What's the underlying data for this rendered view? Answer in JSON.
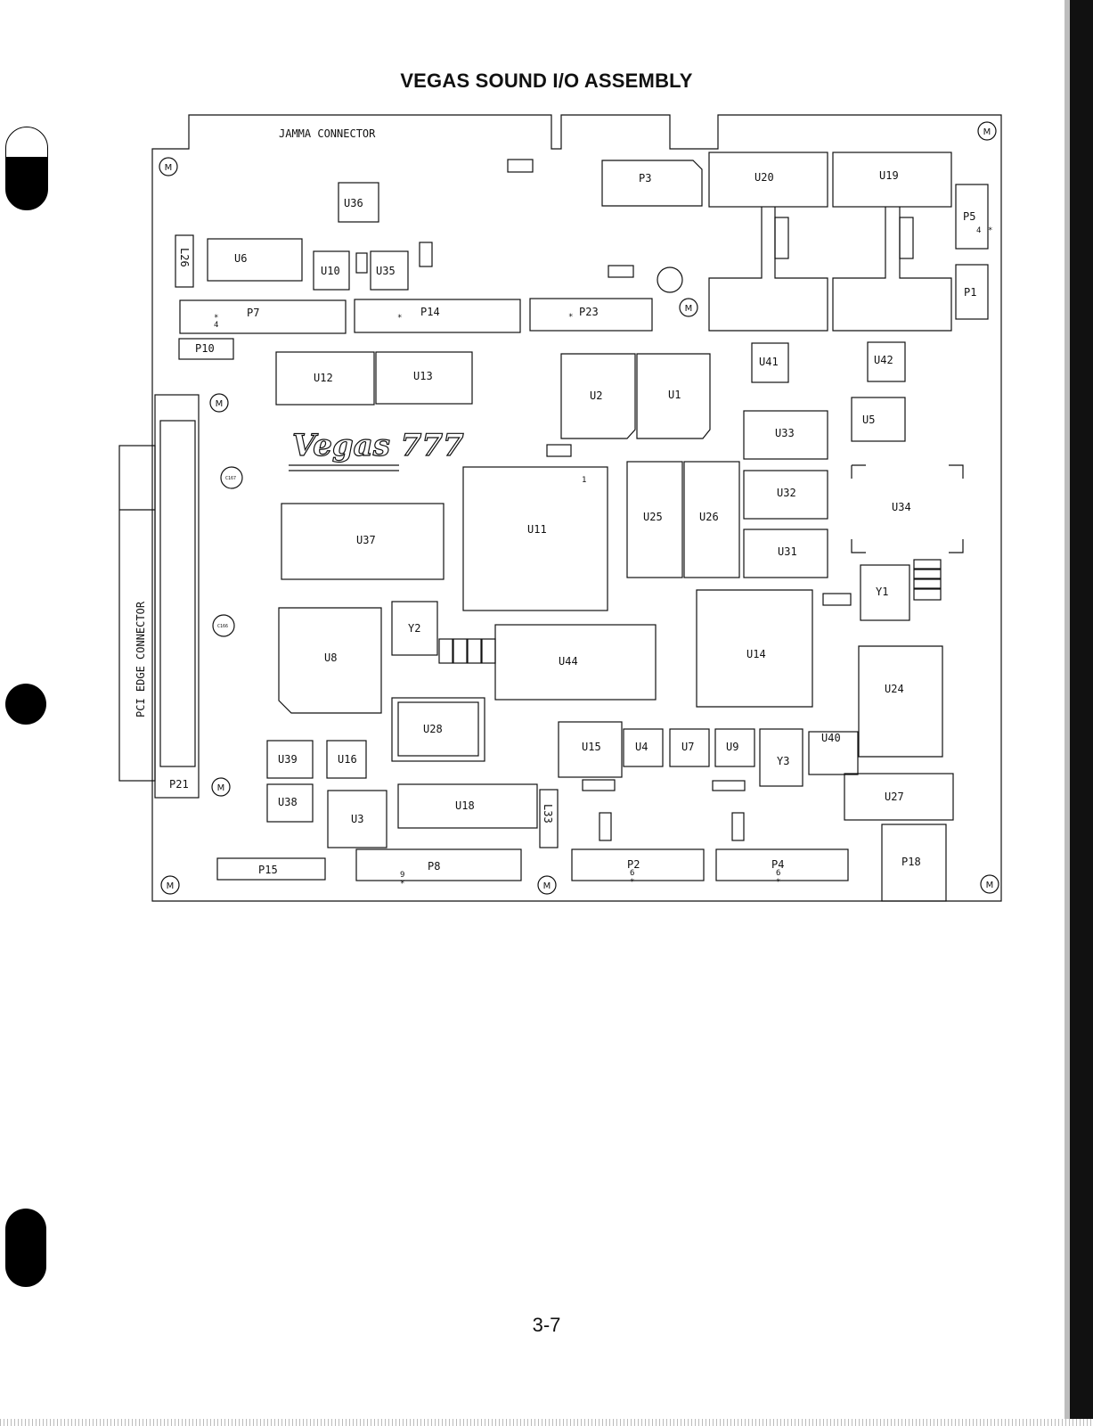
{
  "title": "VEGAS SOUND I/O ASSEMBLY",
  "page_number": "3-7",
  "logo_text": "Vegas 777",
  "board_labels": {
    "jamma": "JAMMA CONNECTOR",
    "pci": "PCI EDGE CONNECTOR"
  },
  "mount_label": "M",
  "components": [
    {
      "id": "U36",
      "label": "U36"
    },
    {
      "id": "U6",
      "label": "U6"
    },
    {
      "id": "L26",
      "label": "L26"
    },
    {
      "id": "U10",
      "label": "U10"
    },
    {
      "id": "U35",
      "label": "U35"
    },
    {
      "id": "P3",
      "label": "P3"
    },
    {
      "id": "U20",
      "label": "U20"
    },
    {
      "id": "U19",
      "label": "U19"
    },
    {
      "id": "P5",
      "label": "P5"
    },
    {
      "id": "P1",
      "label": "P1"
    },
    {
      "id": "P7",
      "label": "P7"
    },
    {
      "id": "P14",
      "label": "P14"
    },
    {
      "id": "P23",
      "label": "P23"
    },
    {
      "id": "P10",
      "label": "P10"
    },
    {
      "id": "U12",
      "label": "U12"
    },
    {
      "id": "U13",
      "label": "U13"
    },
    {
      "id": "U2",
      "label": "U2"
    },
    {
      "id": "U1",
      "label": "U1"
    },
    {
      "id": "U41",
      "label": "U41"
    },
    {
      "id": "U42",
      "label": "U42"
    },
    {
      "id": "U5",
      "label": "U5"
    },
    {
      "id": "U33",
      "label": "U33"
    },
    {
      "id": "U32",
      "label": "U32"
    },
    {
      "id": "U31",
      "label": "U31"
    },
    {
      "id": "U34",
      "label": "U34"
    },
    {
      "id": "U11",
      "label": "U11"
    },
    {
      "id": "U25",
      "label": "U25"
    },
    {
      "id": "U26",
      "label": "U26"
    },
    {
      "id": "U37",
      "label": "U37"
    },
    {
      "id": "Y1",
      "label": "Y1"
    },
    {
      "id": "U8",
      "label": "U8"
    },
    {
      "id": "Y2",
      "label": "Y2"
    },
    {
      "id": "U44",
      "label": "U44"
    },
    {
      "id": "U14",
      "label": "U14"
    },
    {
      "id": "U24",
      "label": "U24"
    },
    {
      "id": "U28",
      "label": "U28"
    },
    {
      "id": "U15",
      "label": "U15"
    },
    {
      "id": "U4",
      "label": "U4"
    },
    {
      "id": "U7",
      "label": "U7"
    },
    {
      "id": "U9",
      "label": "U9"
    },
    {
      "id": "Y3",
      "label": "Y3"
    },
    {
      "id": "U40",
      "label": "U40"
    },
    {
      "id": "U39",
      "label": "U39"
    },
    {
      "id": "U16",
      "label": "U16"
    },
    {
      "id": "P21",
      "label": "P21"
    },
    {
      "id": "U38",
      "label": "U38"
    },
    {
      "id": "U3",
      "label": "U3"
    },
    {
      "id": "U18",
      "label": "U18"
    },
    {
      "id": "L33",
      "label": "L33"
    },
    {
      "id": "U27",
      "label": "U27"
    },
    {
      "id": "P15",
      "label": "P15"
    },
    {
      "id": "P8",
      "label": "P8"
    },
    {
      "id": "P2",
      "label": "P2"
    },
    {
      "id": "P4",
      "label": "P4"
    },
    {
      "id": "P18",
      "label": "P18"
    }
  ],
  "small_labels": {
    "c167": "C167",
    "c166": "C166"
  },
  "pin_marks": {
    "p7_pin": "4",
    "p5_pin": "4",
    "p8_pin": "9",
    "p2_pin": "6",
    "p4_pin": "6",
    "u11_pin": "1",
    "star": "*"
  }
}
